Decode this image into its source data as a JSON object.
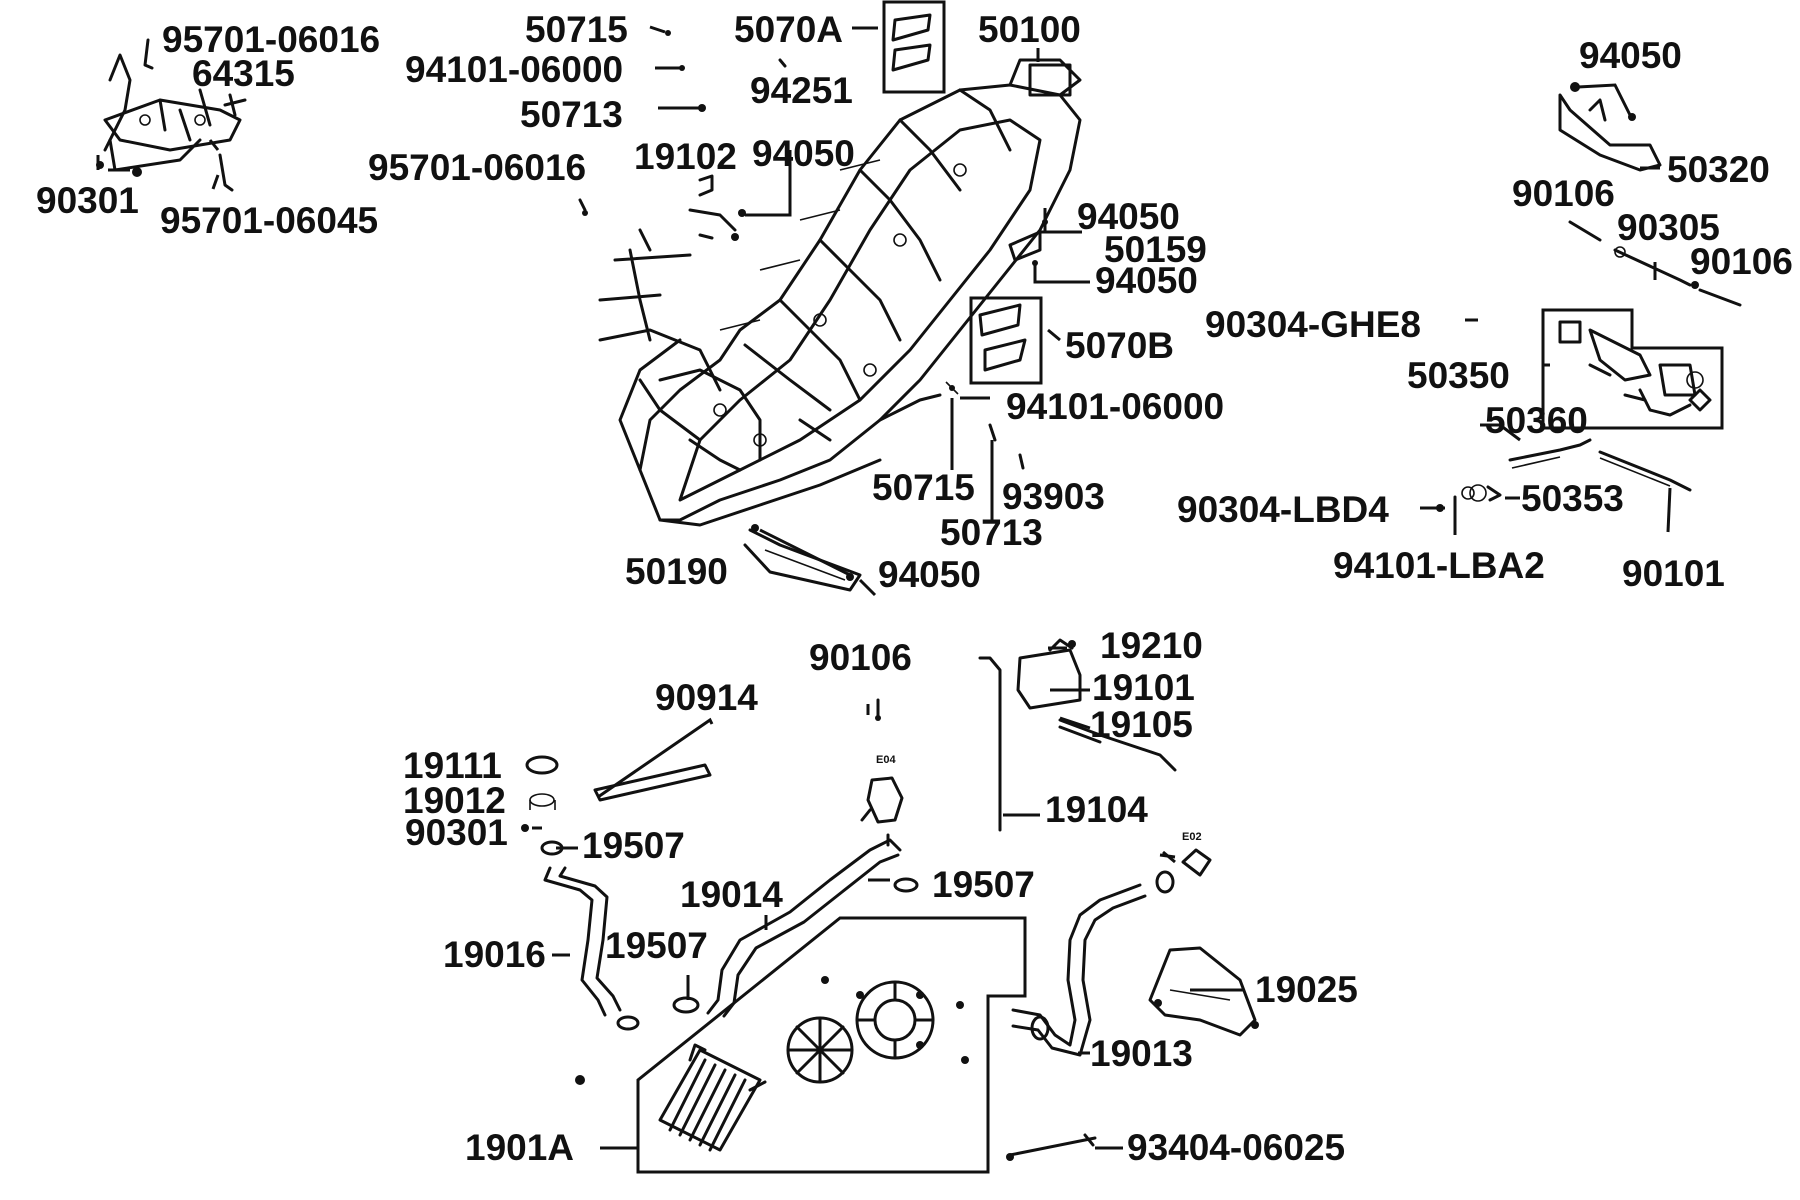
{
  "callouts": [
    "95701-06016",
    "64315",
    "90301",
    "95701-06045",
    "50715",
    "94101-06000",
    "50713",
    "95701-06016",
    "5070A",
    "94251",
    "50100",
    "19102",
    "94050",
    "94050",
    "50159",
    "94050",
    "5070B",
    "94101-06000",
    "50715",
    "93903",
    "50713",
    "50190",
    "94050",
    "94050",
    "50320",
    "90106",
    "90305",
    "90106",
    "90304-GHE8",
    "50350",
    "50360",
    "50353",
    "90304-LBD4",
    "94101-LBA2",
    "90101",
    "90914",
    "90106",
    "19210",
    "19101",
    "19105",
    "19104",
    "19111",
    "19012",
    "90301",
    "19507",
    "19014",
    "19507",
    "19016",
    "19507",
    "19025",
    "19013",
    "1901A",
    "93404-06025"
  ],
  "connector_tags": [
    "E04",
    "E02"
  ]
}
